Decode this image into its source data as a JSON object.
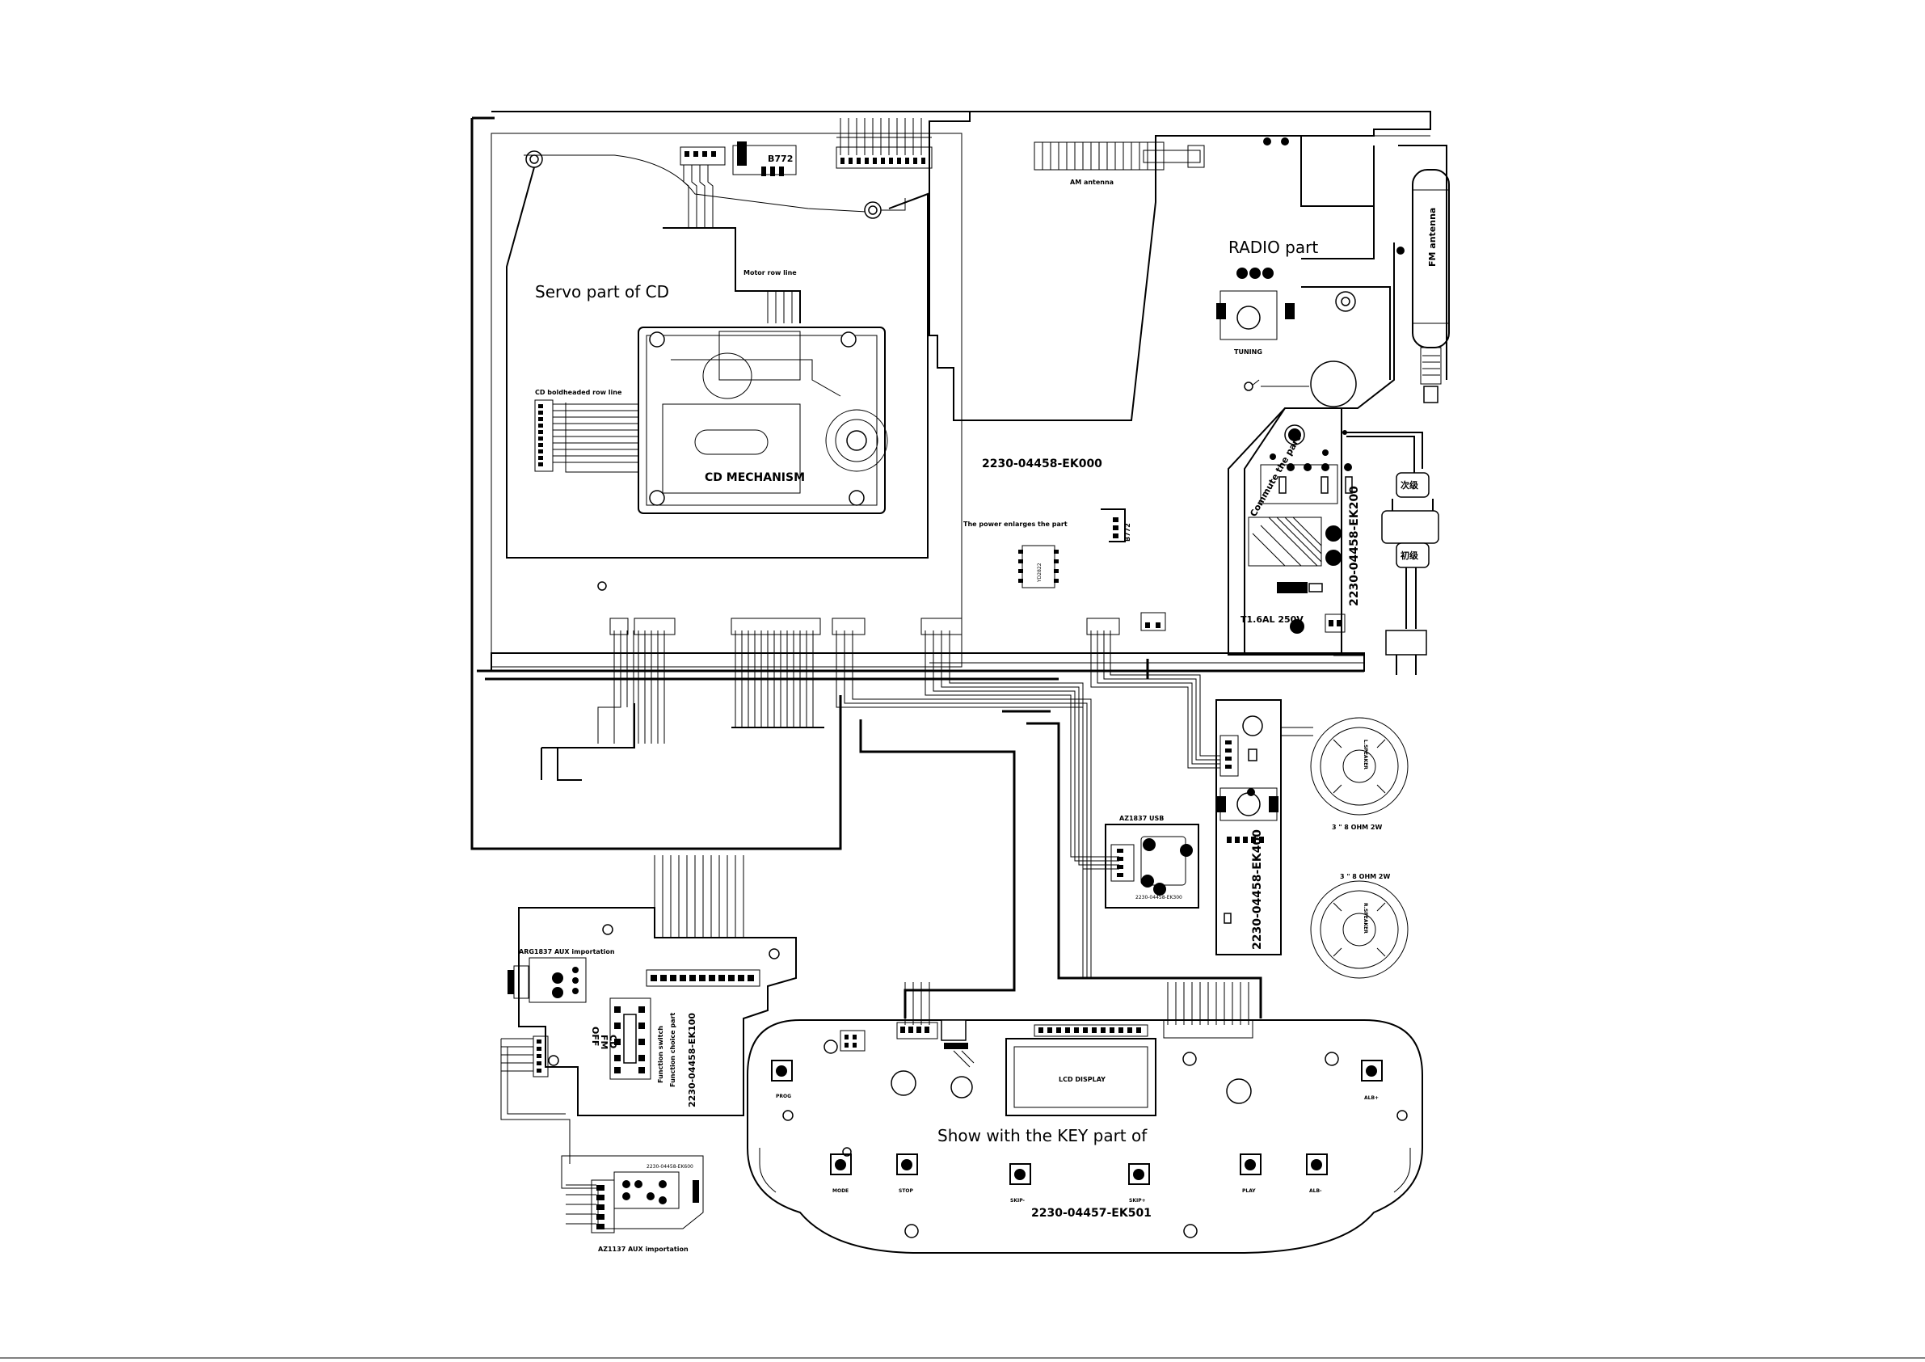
{
  "title": "Show with the KEY part of",
  "boards": {
    "main_board_id": "2230-04458-EK000",
    "servo_part": "Servo part of CD",
    "cd_mechanism": "CD MECHANISM",
    "cd_row_line": "CD boldheaded row line",
    "motor_row_line": "Motor row line",
    "radio_part": "RADIO part",
    "tuning": "TUNING",
    "am_antenna": "AM antenna",
    "fm_antenna": "FM antenna",
    "power_part": "The power enlarges the part",
    "b772_top": "B772",
    "b772_mid": "B772",
    "ic": "YD2822",
    "commute_part": "Commute the part",
    "power_board_id": "2230-04458-EK200",
    "fuse": "T1.6AL 250V",
    "secondary": "次级",
    "primary": "初级",
    "usb_board": "AZ1837 USB",
    "usb_board_id": "2230-04458-EK300",
    "vol_board_id": "2230-04458-EK400",
    "speaker_left": "3 \" 8 OHM 2W",
    "speaker_right": "3 \" 8 OHM 2W",
    "speaker_label": "L.SPEAKER",
    "speaker_label_2": "R.SPEAKER",
    "arg_aux": "ARG1837 AUX importation",
    "function_switch": "Function switch",
    "function_choice": "Function choice part",
    "function_board_id": "2230-04458-EK100",
    "switch_off": "OFF",
    "switch_fm": "FM",
    "switch_cd": "CD",
    "az_aux": "AZ1137 AUX importation",
    "aux_board_id": "2230-04458-EK600",
    "lcd": "LCD DISPLAY",
    "key_board_id": "2230-04457-EK501",
    "keys": {
      "prog": "PROG",
      "alb_plus": "ALB+",
      "mode": "MODE",
      "stop": "STOP",
      "skip_minus": "SKIP-",
      "skip_plus": "SKIP+",
      "play": "PLAY",
      "alb_minus": "ALB-"
    }
  }
}
